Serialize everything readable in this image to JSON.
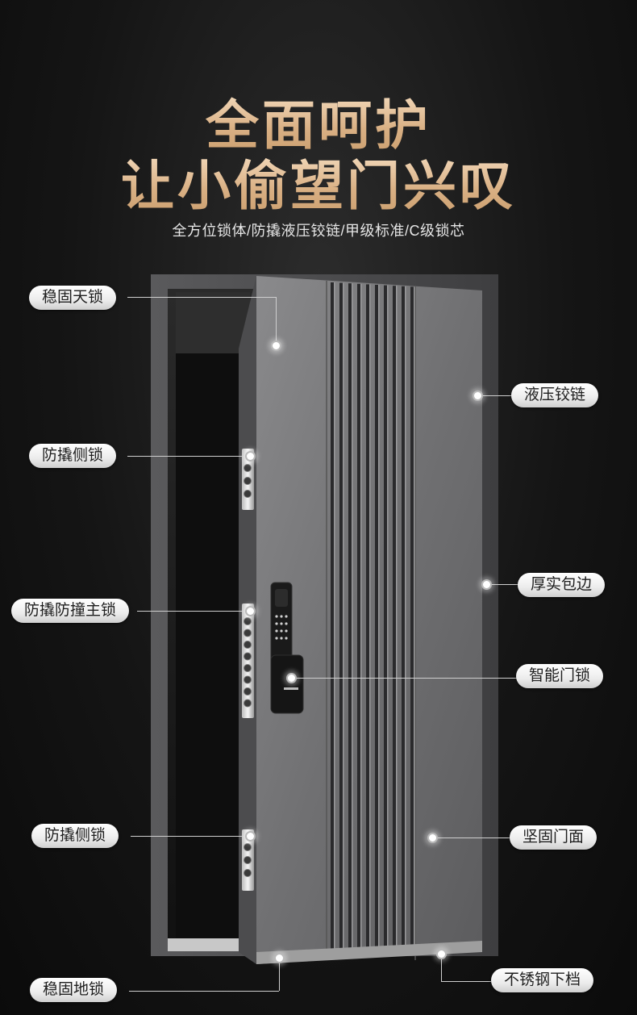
{
  "headline": {
    "line1": "全面呵护",
    "line2": "让小偷望门兴叹"
  },
  "subtitle": "全方位锁体/防撬液压铰链/甲级标准/C级锁芯",
  "labels": {
    "top_lock": "稳固天锁",
    "side_lock_upper": "防撬侧锁",
    "main_lock": "防撬防撞主锁",
    "side_lock_lower": "防撬侧锁",
    "bottom_lock": "稳固地锁",
    "hinge": "液压铰链",
    "edge": "厚实包边",
    "smart_lock": "智能门锁",
    "door_face": "坚固门面",
    "bottom_rail": "不锈钢下档"
  },
  "colors": {
    "headline_gold": "#e8c9a4",
    "background": "#151515",
    "door_panel": "#6e6e70",
    "door_frame": "#4a4a4c"
  },
  "icons": [
    "smart-lock-keypad-icon",
    "bolt-icon",
    "callout-dot-icon"
  ]
}
